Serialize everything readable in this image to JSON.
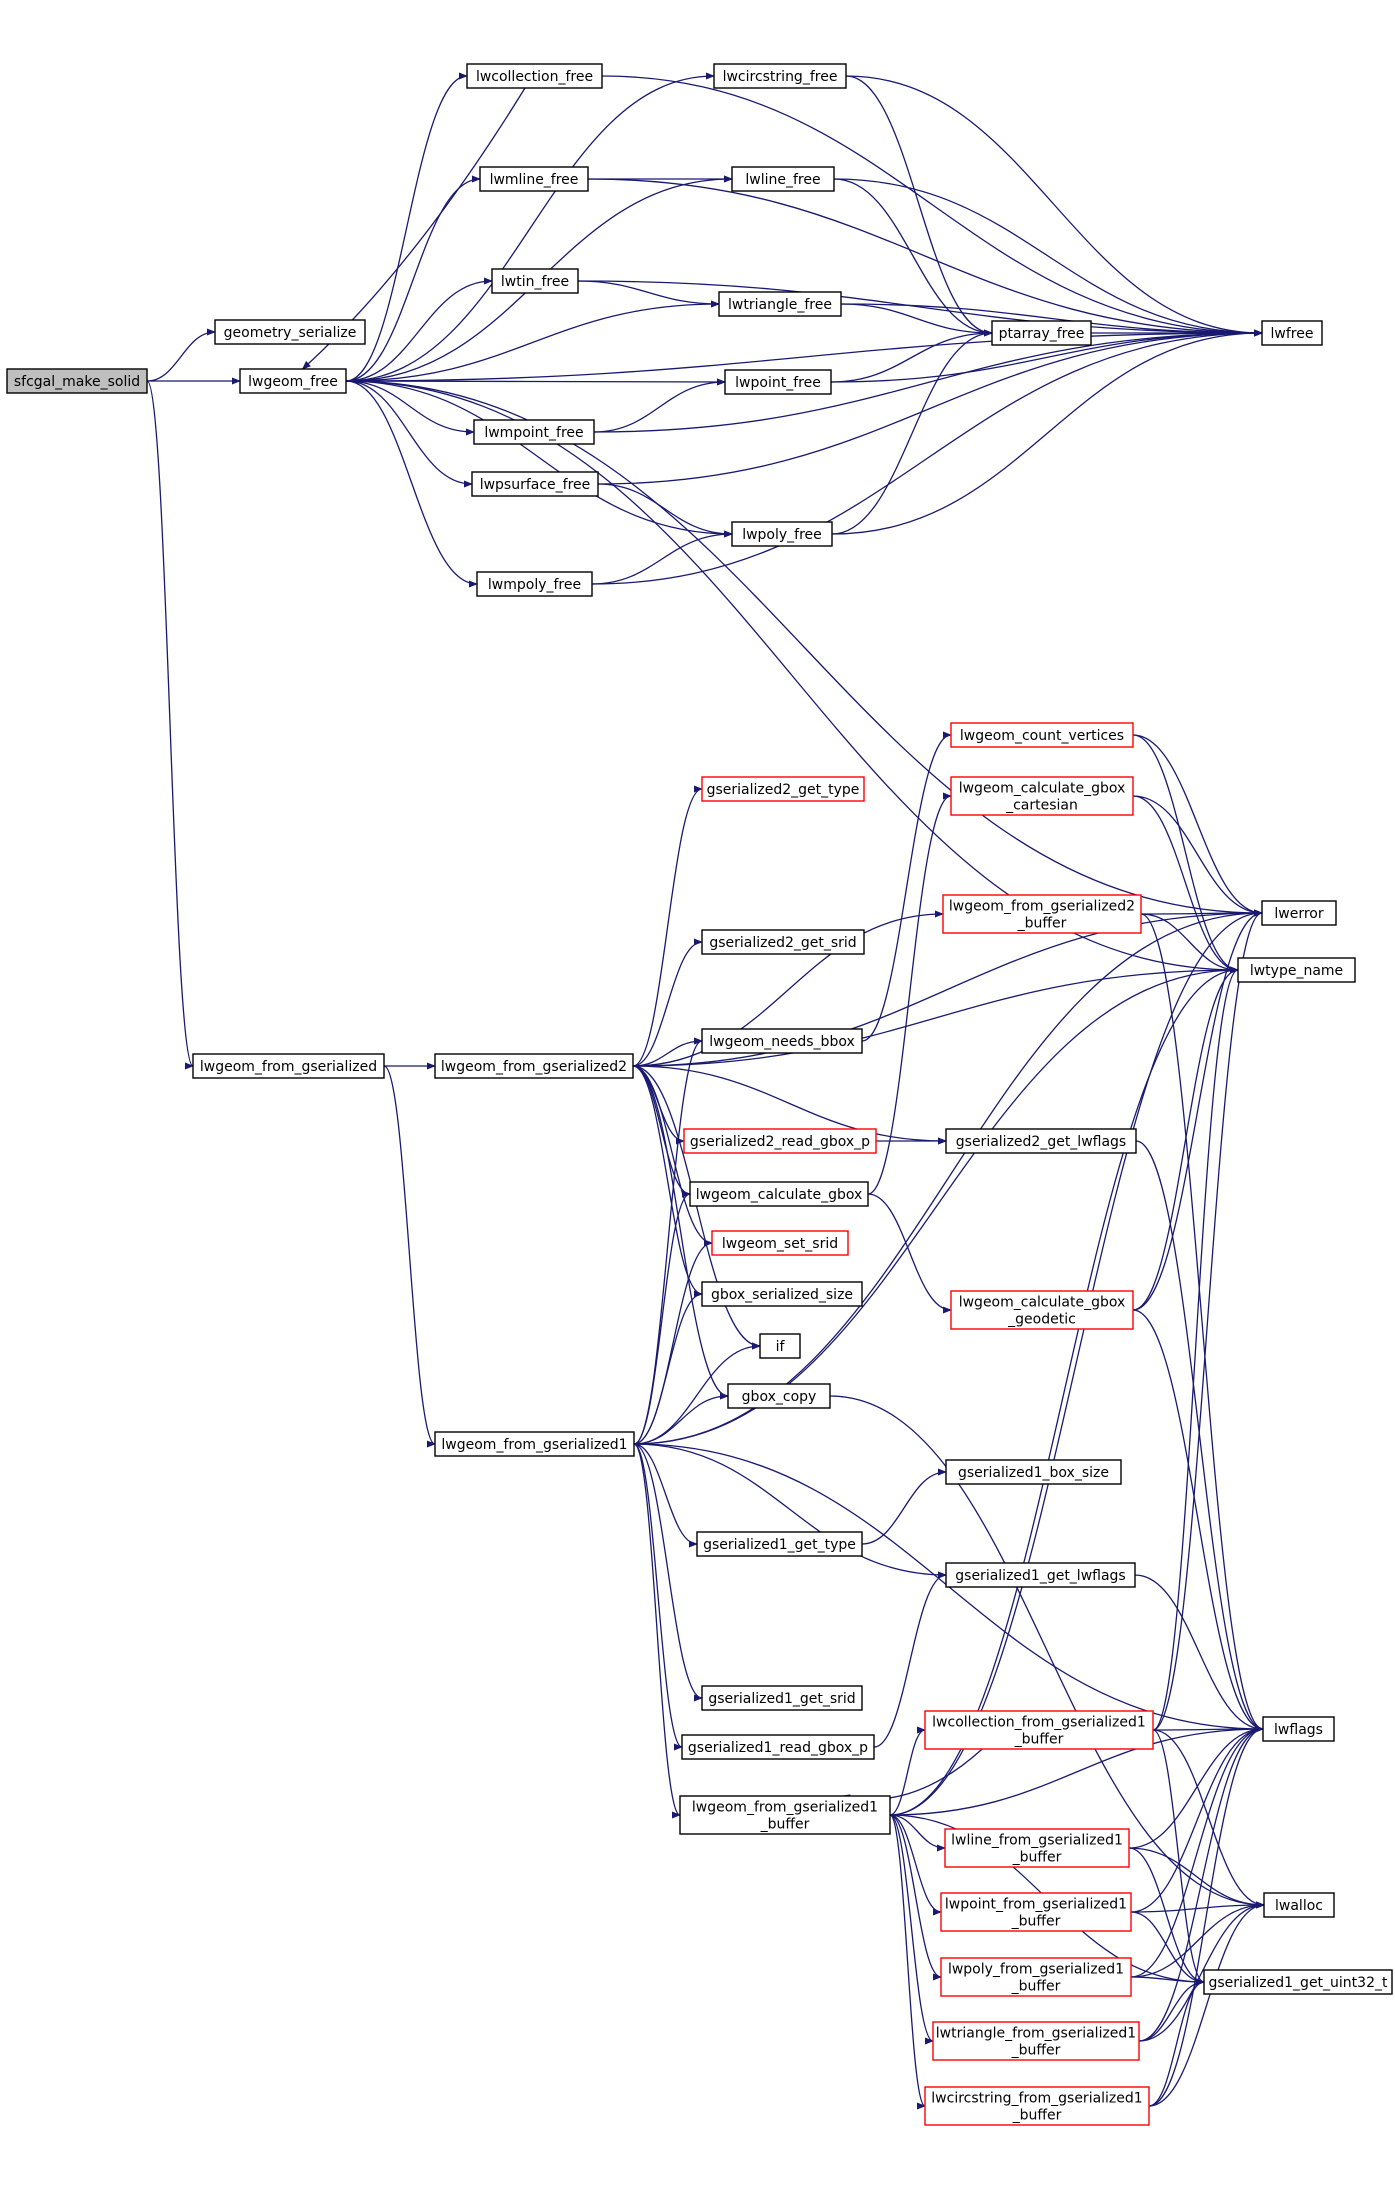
{
  "nodes": [
    {
      "id": "n0",
      "lines": [
        "sfcgal_make_solid"
      ],
      "style": "root"
    },
    {
      "id": "n1",
      "lines": [
        "geometry_serialize"
      ],
      "style": "normal"
    },
    {
      "id": "n2",
      "lines": [
        "lwgeom_free"
      ],
      "style": "normal"
    },
    {
      "id": "n3",
      "lines": [
        "lwcollection_free"
      ],
      "style": "normal"
    },
    {
      "id": "n4",
      "lines": [
        "lwcircstring_free"
      ],
      "style": "normal"
    },
    {
      "id": "n5",
      "lines": [
        "lwmline_free"
      ],
      "style": "normal"
    },
    {
      "id": "n6",
      "lines": [
        "lwline_free"
      ],
      "style": "normal"
    },
    {
      "id": "n7",
      "lines": [
        "lwtin_free"
      ],
      "style": "normal"
    },
    {
      "id": "n8",
      "lines": [
        "lwtriangle_free"
      ],
      "style": "normal"
    },
    {
      "id": "n9",
      "lines": [
        "ptarray_free"
      ],
      "style": "normal"
    },
    {
      "id": "n10",
      "lines": [
        "lwfree"
      ],
      "style": "normal"
    },
    {
      "id": "n11",
      "lines": [
        "lwpoint_free"
      ],
      "style": "normal"
    },
    {
      "id": "n12",
      "lines": [
        "lwmpoint_free"
      ],
      "style": "normal"
    },
    {
      "id": "n13",
      "lines": [
        "lwpsurface_free"
      ],
      "style": "normal"
    },
    {
      "id": "n14",
      "lines": [
        "lwpoly_free"
      ],
      "style": "normal"
    },
    {
      "id": "n15",
      "lines": [
        "lwmpoly_free"
      ],
      "style": "normal"
    },
    {
      "id": "n16",
      "lines": [
        "lwgeom_count_vertices"
      ],
      "style": "red"
    },
    {
      "id": "n17",
      "lines": [
        "gserialized2_get_type"
      ],
      "style": "red"
    },
    {
      "id": "n18",
      "lines": [
        "lwgeom_calculate_gbox",
        "_cartesian"
      ],
      "style": "red"
    },
    {
      "id": "n19",
      "lines": [
        "lwgeom_from_gserialized2",
        "_buffer"
      ],
      "style": "red"
    },
    {
      "id": "n20",
      "lines": [
        "lwerror"
      ],
      "style": "normal"
    },
    {
      "id": "n21",
      "lines": [
        "gserialized2_get_srid"
      ],
      "style": "normal"
    },
    {
      "id": "n22",
      "lines": [
        "lwtype_name"
      ],
      "style": "normal"
    },
    {
      "id": "n23",
      "lines": [
        "lwgeom_needs_bbox"
      ],
      "style": "normal"
    },
    {
      "id": "n24",
      "lines": [
        "lwgeom_from_gserialized"
      ],
      "style": "normal"
    },
    {
      "id": "n25",
      "lines": [
        "lwgeom_from_gserialized2"
      ],
      "style": "normal"
    },
    {
      "id": "n26",
      "lines": [
        "gserialized2_read_gbox_p"
      ],
      "style": "red"
    },
    {
      "id": "n27",
      "lines": [
        "gserialized2_get_lwflags"
      ],
      "style": "normal"
    },
    {
      "id": "n28",
      "lines": [
        "lwgeom_calculate_gbox"
      ],
      "style": "normal"
    },
    {
      "id": "n29",
      "lines": [
        "lwgeom_set_srid"
      ],
      "style": "red"
    },
    {
      "id": "n30",
      "lines": [
        "gbox_serialized_size"
      ],
      "style": "normal"
    },
    {
      "id": "n31",
      "lines": [
        "lwgeom_calculate_gbox",
        "_geodetic"
      ],
      "style": "red"
    },
    {
      "id": "n32",
      "lines": [
        "if"
      ],
      "style": "normal"
    },
    {
      "id": "n33",
      "lines": [
        "gbox_copy"
      ],
      "style": "normal"
    },
    {
      "id": "n34",
      "lines": [
        "lwgeom_from_gserialized1"
      ],
      "style": "normal"
    },
    {
      "id": "n35",
      "lines": [
        "gserialized1_box_size"
      ],
      "style": "normal"
    },
    {
      "id": "n36",
      "lines": [
        "gserialized1_get_type"
      ],
      "style": "normal"
    },
    {
      "id": "n37",
      "lines": [
        "gserialized1_get_lwflags"
      ],
      "style": "normal"
    },
    {
      "id": "n38",
      "lines": [
        "gserialized1_get_srid"
      ],
      "style": "normal"
    },
    {
      "id": "n39",
      "lines": [
        "lwcollection_from_gserialized1",
        "_buffer"
      ],
      "style": "red"
    },
    {
      "id": "n40",
      "lines": [
        "lwflags"
      ],
      "style": "normal"
    },
    {
      "id": "n41",
      "lines": [
        "gserialized1_read_gbox_p"
      ],
      "style": "normal"
    },
    {
      "id": "n42",
      "lines": [
        "lwgeom_from_gserialized1",
        "_buffer"
      ],
      "style": "normal"
    },
    {
      "id": "n43",
      "lines": [
        "lwline_from_gserialized1",
        "_buffer"
      ],
      "style": "red"
    },
    {
      "id": "n44",
      "lines": [
        "lwpoint_from_gserialized1",
        "_buffer"
      ],
      "style": "red"
    },
    {
      "id": "n45",
      "lines": [
        "lwalloc"
      ],
      "style": "normal"
    },
    {
      "id": "n46",
      "lines": [
        "lwpoly_from_gserialized1",
        "_buffer"
      ],
      "style": "red"
    },
    {
      "id": "n47",
      "lines": [
        "gserialized1_get_uint32_t"
      ],
      "style": "normal"
    },
    {
      "id": "n48",
      "lines": [
        "lwtriangle_from_gserialized1",
        "_buffer"
      ],
      "style": "red"
    },
    {
      "id": "n49",
      "lines": [
        "lwcircstring_from_gserialized1",
        "_buffer"
      ],
      "style": "red"
    }
  ],
  "edges": [
    [
      "n0",
      "n1"
    ],
    [
      "n0",
      "n2"
    ],
    [
      "n0",
      "n24"
    ],
    [
      "n2",
      "n3"
    ],
    [
      "n2",
      "n4"
    ],
    [
      "n2",
      "n5"
    ],
    [
      "n2",
      "n6"
    ],
    [
      "n2",
      "n7"
    ],
    [
      "n2",
      "n8"
    ],
    [
      "n2",
      "n11"
    ],
    [
      "n2",
      "n12"
    ],
    [
      "n2",
      "n13"
    ],
    [
      "n2",
      "n14"
    ],
    [
      "n2",
      "n15"
    ],
    [
      "n2",
      "n10"
    ],
    [
      "n2",
      "n20"
    ],
    [
      "n2",
      "n22"
    ],
    [
      "n3",
      "n2"
    ],
    [
      "n3",
      "n10"
    ],
    [
      "n4",
      "n9"
    ],
    [
      "n4",
      "n10"
    ],
    [
      "n5",
      "n6"
    ],
    [
      "n5",
      "n10"
    ],
    [
      "n6",
      "n9"
    ],
    [
      "n6",
      "n10"
    ],
    [
      "n7",
      "n8"
    ],
    [
      "n7",
      "n10"
    ],
    [
      "n8",
      "n9"
    ],
    [
      "n8",
      "n10"
    ],
    [
      "n9",
      "n10"
    ],
    [
      "n11",
      "n9"
    ],
    [
      "n11",
      "n10"
    ],
    [
      "n12",
      "n11"
    ],
    [
      "n12",
      "n10"
    ],
    [
      "n13",
      "n14"
    ],
    [
      "n13",
      "n10"
    ],
    [
      "n14",
      "n9"
    ],
    [
      "n14",
      "n10"
    ],
    [
      "n15",
      "n14"
    ],
    [
      "n15",
      "n10"
    ],
    [
      "n24",
      "n25"
    ],
    [
      "n24",
      "n34"
    ],
    [
      "n25",
      "n17"
    ],
    [
      "n25",
      "n19"
    ],
    [
      "n25",
      "n21"
    ],
    [
      "n25",
      "n22"
    ],
    [
      "n25",
      "n23"
    ],
    [
      "n25",
      "n26"
    ],
    [
      "n25",
      "n27"
    ],
    [
      "n25",
      "n28"
    ],
    [
      "n25",
      "n29"
    ],
    [
      "n25",
      "n30"
    ],
    [
      "n25",
      "n32"
    ],
    [
      "n25",
      "n33"
    ],
    [
      "n25",
      "n20"
    ],
    [
      "n23",
      "n16"
    ],
    [
      "n26",
      "n27"
    ],
    [
      "n28",
      "n18"
    ],
    [
      "n28",
      "n31"
    ],
    [
      "n16",
      "n20"
    ],
    [
      "n16",
      "n22"
    ],
    [
      "n18",
      "n20"
    ],
    [
      "n18",
      "n22"
    ],
    [
      "n19",
      "n20"
    ],
    [
      "n19",
      "n22"
    ],
    [
      "n19",
      "n40"
    ],
    [
      "n27",
      "n40"
    ],
    [
      "n31",
      "n20"
    ],
    [
      "n31",
      "n22"
    ],
    [
      "n31",
      "n40"
    ],
    [
      "n33",
      "n45"
    ],
    [
      "n34",
      "n36"
    ],
    [
      "n34",
      "n37"
    ],
    [
      "n34",
      "n38"
    ],
    [
      "n34",
      "n41"
    ],
    [
      "n34",
      "n42"
    ],
    [
      "n34",
      "n28"
    ],
    [
      "n34",
      "n29"
    ],
    [
      "n34",
      "n30"
    ],
    [
      "n34",
      "n32"
    ],
    [
      "n34",
      "n33"
    ],
    [
      "n34",
      "n23"
    ],
    [
      "n34",
      "n20"
    ],
    [
      "n34",
      "n22"
    ],
    [
      "n34",
      "n40"
    ],
    [
      "n36",
      "n35"
    ],
    [
      "n37",
      "n40"
    ],
    [
      "n41",
      "n37"
    ],
    [
      "n42",
      "n39"
    ],
    [
      "n42",
      "n43"
    ],
    [
      "n42",
      "n44"
    ],
    [
      "n42",
      "n46"
    ],
    [
      "n42",
      "n48"
    ],
    [
      "n42",
      "n49"
    ],
    [
      "n42",
      "n20"
    ],
    [
      "n42",
      "n22"
    ],
    [
      "n42",
      "n40"
    ],
    [
      "n42",
      "n47"
    ],
    [
      "n39",
      "n42"
    ],
    [
      "n39",
      "n40"
    ],
    [
      "n39",
      "n45"
    ],
    [
      "n39",
      "n47"
    ],
    [
      "n39",
      "n20"
    ],
    [
      "n39",
      "n22"
    ],
    [
      "n43",
      "n40"
    ],
    [
      "n43",
      "n45"
    ],
    [
      "n43",
      "n47"
    ],
    [
      "n44",
      "n40"
    ],
    [
      "n44",
      "n45"
    ],
    [
      "n44",
      "n47"
    ],
    [
      "n46",
      "n40"
    ],
    [
      "n46",
      "n45"
    ],
    [
      "n46",
      "n47"
    ],
    [
      "n48",
      "n40"
    ],
    [
      "n48",
      "n45"
    ],
    [
      "n48",
      "n47"
    ],
    [
      "n49",
      "n40"
    ],
    [
      "n49",
      "n45"
    ],
    [
      "n49",
      "n47"
    ]
  ],
  "colors": {
    "edge": "#191970",
    "normal_border": "#000000",
    "red_border": "#ff0000",
    "root_fill": "#bfbfbf",
    "fill": "#ffffff"
  }
}
